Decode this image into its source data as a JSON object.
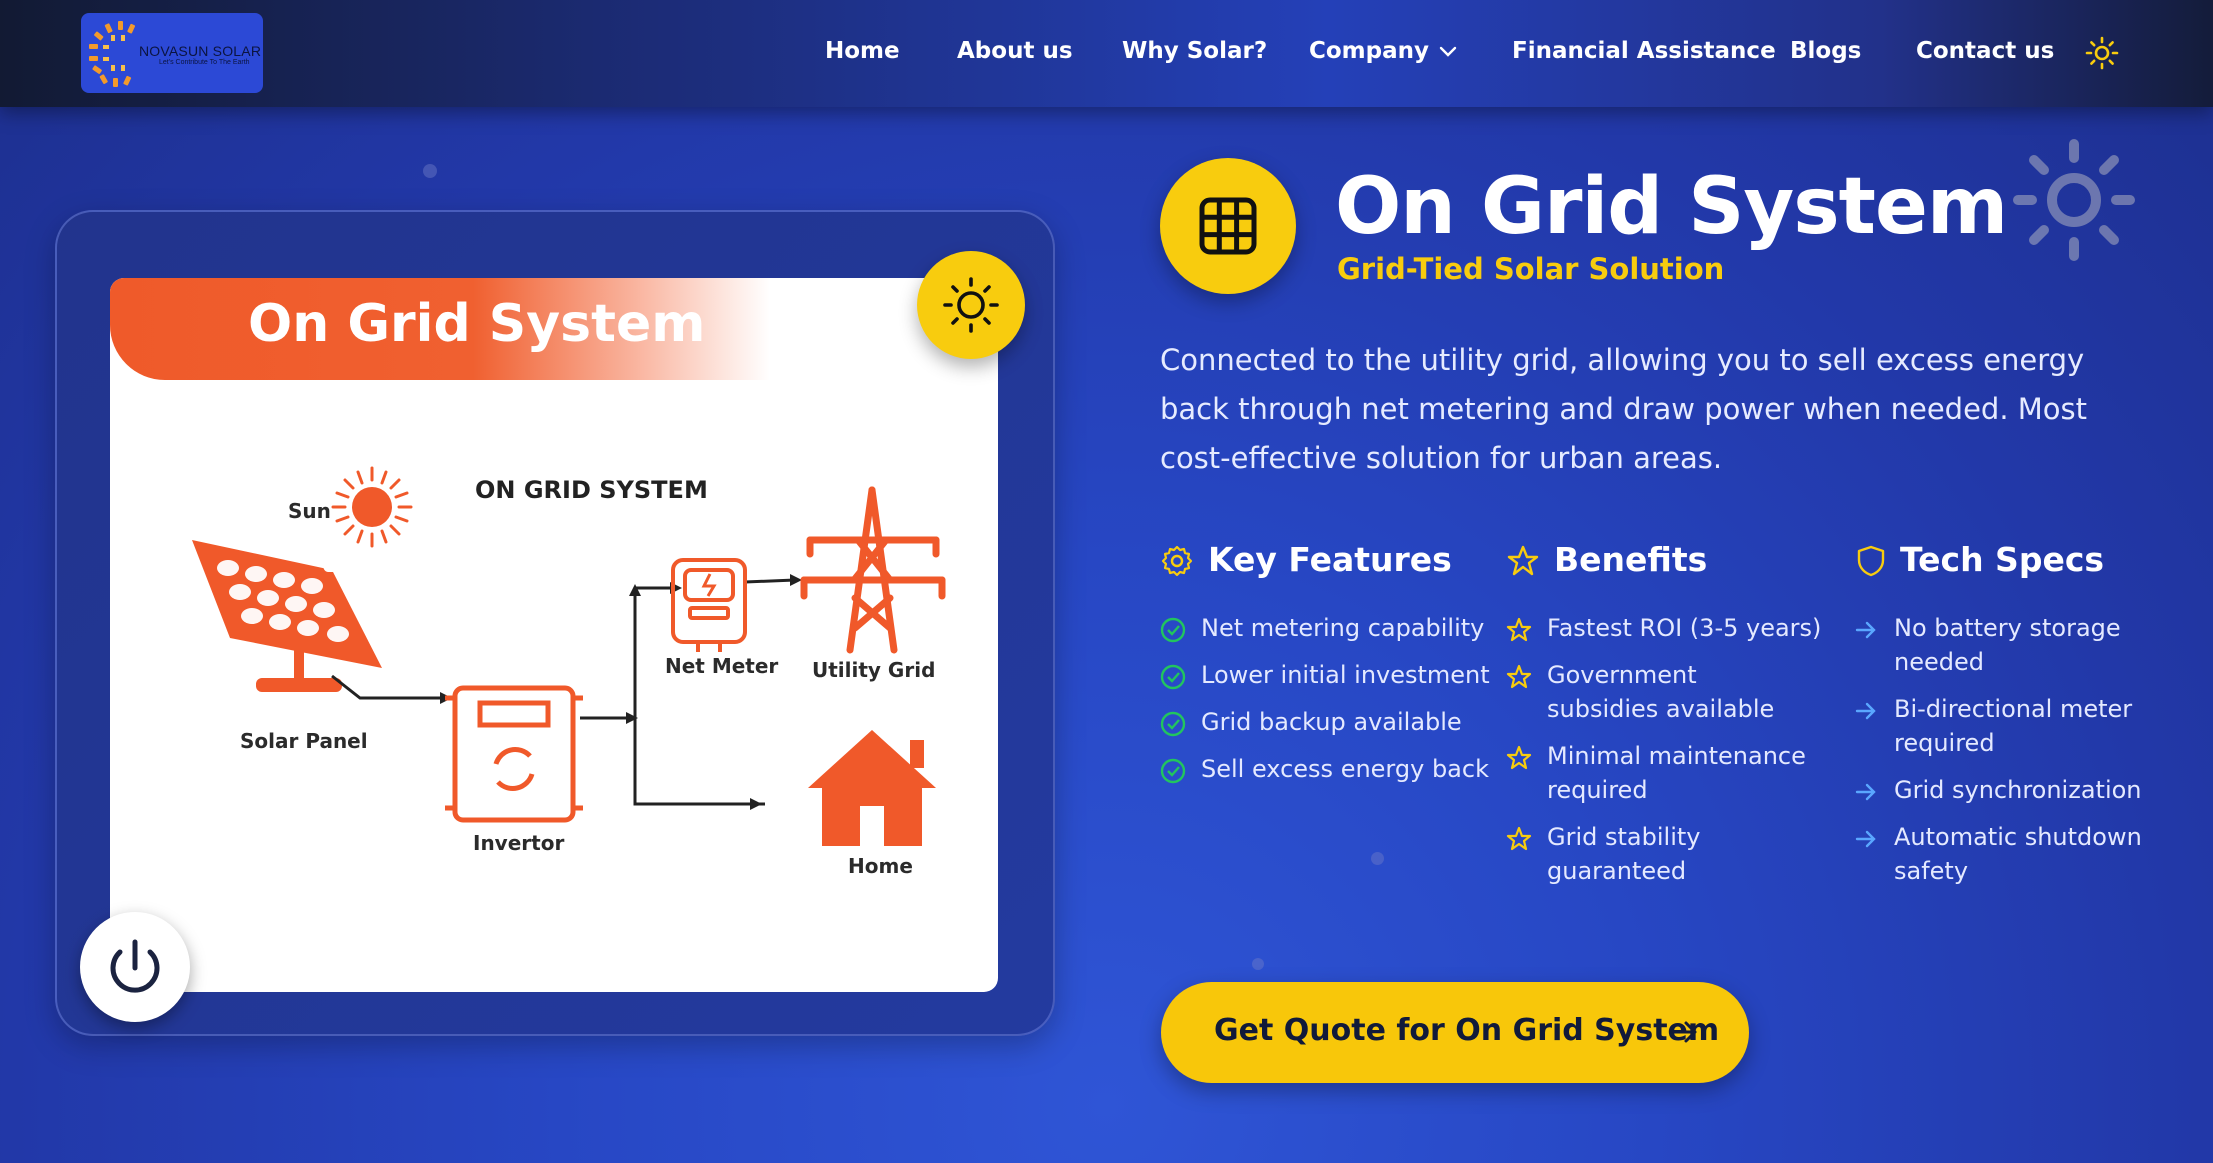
{
  "colors": {
    "accent": "#f8cc0e",
    "diagram_orange": "#ef5a2a",
    "check_green": "#22c55e",
    "arrow_blue": "#5aa7ff"
  },
  "logo": {
    "name": "NOVASUN SOLAR",
    "tagline": "Let's Contribute To The Earth"
  },
  "nav": {
    "items": [
      "Home",
      "About us",
      "Why Solar?",
      "Company",
      "Financial Assistance",
      "Blogs",
      "Contact us"
    ],
    "theme_icon": "sun-icon"
  },
  "diagram": {
    "banner_title": "On Grid System",
    "title": "ON GRID SYSTEM",
    "labels": {
      "sun": "Sun",
      "solar_panel": "Solar Panel",
      "invertor": "Invertor",
      "net_meter": "Net Meter",
      "utility_grid": "Utility Grid",
      "home": "Home"
    }
  },
  "hero": {
    "title": "On Grid System",
    "subtitle": "Grid-Tied Solar Solution",
    "description": "Connected to the utility grid, allowing you to sell excess energy back through net metering and draw power when needed. Most cost-effective solution for urban areas."
  },
  "features": {
    "heading": "Key Features",
    "items": [
      "Net metering capability",
      "Lower initial investment",
      "Grid backup available",
      "Sell excess energy back"
    ]
  },
  "benefits": {
    "heading": "Benefits",
    "items": [
      "Fastest ROI (3-5 years)",
      "Government subsidies available",
      "Minimal maintenance required",
      "Grid stability guaranteed"
    ]
  },
  "specs": {
    "heading": "Tech Specs",
    "items": [
      "No battery storage needed",
      "Bi-directional meter required",
      "Grid synchronization",
      "Automatic shutdown safety"
    ]
  },
  "cta": {
    "label": "Get Quote for On Grid System"
  }
}
